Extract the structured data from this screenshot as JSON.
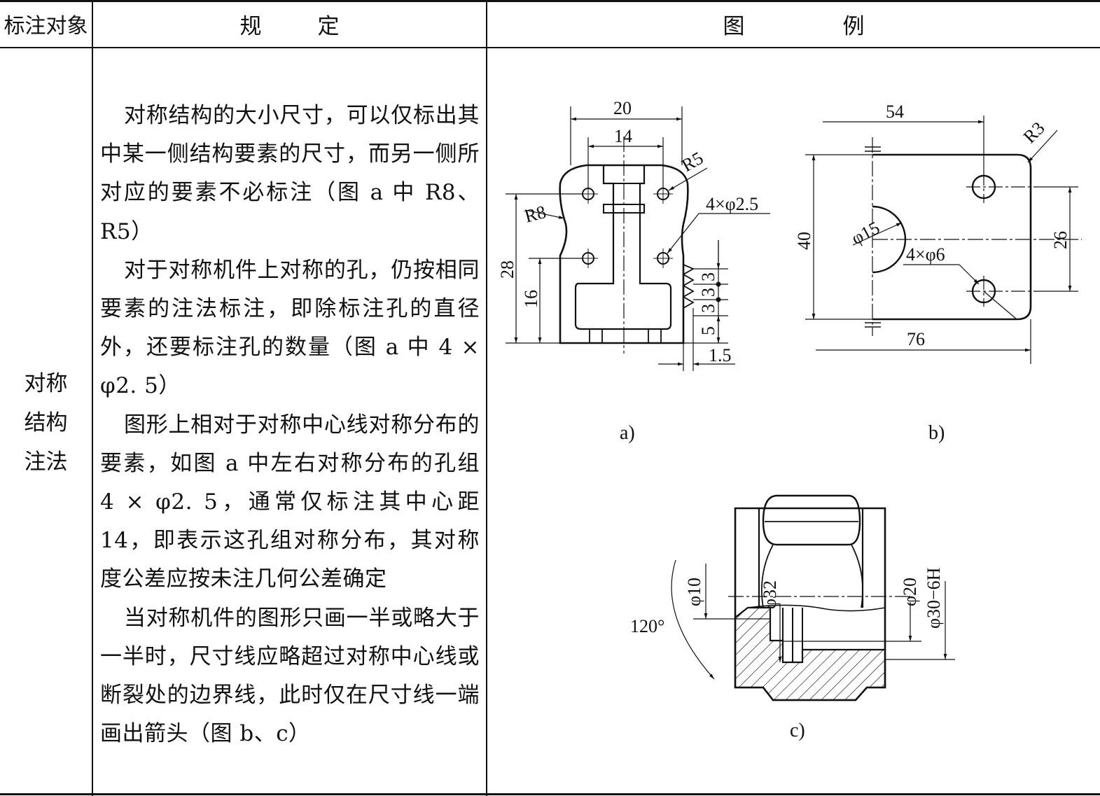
{
  "header": {
    "object": "标注对象",
    "rule": "规定",
    "figure": "图例"
  },
  "object_cell": {
    "lines": [
      "对称",
      "结构",
      "注法"
    ]
  },
  "rules": {
    "p1": "对称结构的大小尺寸，可以仅标出其中某一侧结构要素的尺寸，而另一侧所对应的要素不必标注（图 a 中 R8、R5）",
    "p2": "对于对称机件上对称的孔，仍按相同要素的注法标注，即除标注孔的直径外，还要标注孔的数量（图 a 中 4 × φ2. 5）",
    "p3": "图形上相对于对称中心线对称分布的要素，如图 a 中左右对称分布的孔组 4 × φ2. 5，通常仅标注其中心距 14，即表示这孔组对称分布，其对称度公差应按未注几何公差确定",
    "p4": "当对称机件的图形只画一半或略大于一半时，尺寸线应略超过对称中心线或断裂处的边界线，此时仅在尺寸线一端画出箭头（图 b、c）"
  },
  "figure_a": {
    "caption": "a)",
    "dims": {
      "d20": "20",
      "d14": "14",
      "r5": "R5",
      "r8": "R8",
      "holes": "4×φ2.5",
      "d28": "28",
      "d16": "16",
      "d3a": "3",
      "d3b": "3",
      "d3c": "3",
      "d5": "5",
      "d15": "1.5"
    }
  },
  "figure_b": {
    "caption": "b)",
    "dims": {
      "d54": "54",
      "r3": "R3",
      "d40": "40",
      "d26": "26",
      "phi15": "φ15",
      "holes": "4×φ6",
      "d76": "76"
    }
  },
  "figure_c": {
    "caption": "c)",
    "dims": {
      "phi10": "φ10",
      "phi32": "φ32",
      "phi20": "φ20",
      "phi30": "φ30−6H",
      "angle": "120°"
    }
  }
}
